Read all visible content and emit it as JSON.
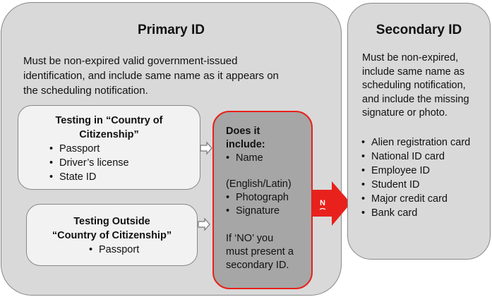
{
  "primary": {
    "title": "Primary ID",
    "description": [
      "Must be non-expired valid government-issued",
      "identification, and include same name as it appears on",
      "the scheduling notification."
    ],
    "in_country": {
      "title": [
        "Testing in “Country of",
        "Citizenship”"
      ],
      "items": [
        "Passport",
        "Driver’s license",
        "State ID"
      ]
    },
    "outside_country": {
      "title": [
        "Testing Outside",
        "“Country of Citizenship”"
      ],
      "items": [
        "Passport"
      ]
    },
    "check": {
      "question": [
        "Does it",
        "include:"
      ],
      "items_before": [
        "Name"
      ],
      "note": "(English/Latin)",
      "items_after": [
        "Photograph",
        "Signature"
      ],
      "fallback": [
        "If ‘NO’ you",
        "must present a",
        "secondary ID."
      ]
    },
    "no_arrow_label": "N"
  },
  "secondary": {
    "title": "Secondary ID",
    "description": [
      "Must be non-expired,",
      "include same name as",
      "scheduling notification,",
      "and include the missing",
      "signature or photo."
    ],
    "items": [
      "Alien registration card",
      "National ID card",
      "Employee ID",
      "Student ID",
      "Major credit card",
      "Bank card"
    ]
  },
  "colors": {
    "panel_fill": "#d9d9d9",
    "card_fill": "#f2f2f2",
    "check_fill": "#a6a6a6",
    "accent_red": "#e8211c"
  }
}
